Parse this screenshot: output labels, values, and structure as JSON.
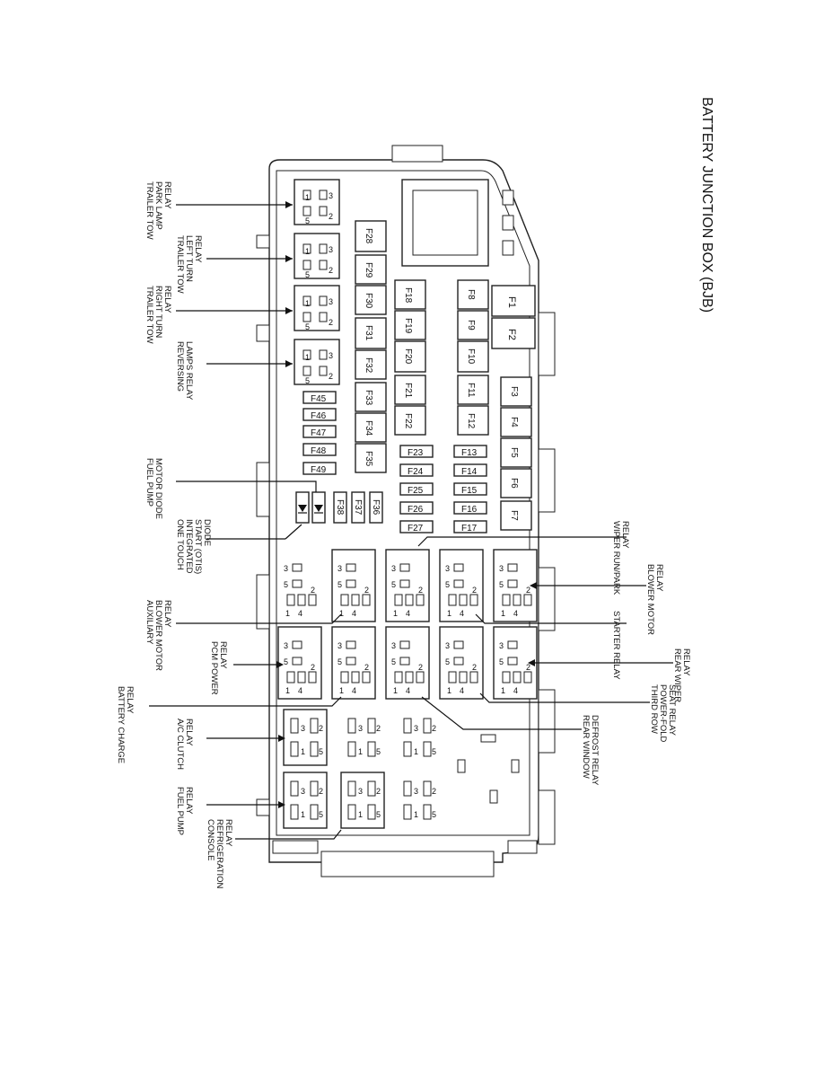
{
  "title": "BATTERY JUNCTION BOX (BJB)",
  "fuses": {
    "big": [
      "F1",
      "F2"
    ],
    "col_right": [
      "F3",
      "F4",
      "F5",
      "F6",
      "F7"
    ],
    "col2_tall": [
      "F8",
      "F9",
      "F10",
      "F11",
      "F12"
    ],
    "col2_mini": [
      "F13",
      "F14",
      "F15",
      "F16",
      "F17"
    ],
    "col3_tall": [
      "F18",
      "F19",
      "F20",
      "F21",
      "F22"
    ],
    "col3_mini": [
      "F23",
      "F24",
      "F25",
      "F26",
      "F27"
    ],
    "col4_tall": [
      "F28",
      "F29",
      "F30",
      "F31",
      "F32",
      "F33",
      "F34",
      "F35"
    ],
    "col4_small": [
      "F36",
      "F37",
      "F38"
    ],
    "col5_mini": [
      "F45",
      "F46",
      "F47",
      "F48",
      "F49"
    ]
  },
  "relays": {
    "trailer_tow_park": "TRAILER TOW PARK LAMP RELAY",
    "trailer_tow_left": "TRAILER TOW LEFT TURN RELAY",
    "trailer_tow_right": "TRAILER TOW RIGHT TURN RELAY",
    "reversing": "REVERSING LAMPS RELAY",
    "fuel_pump_diode": "FUEL PUMP MOTOR DIODE",
    "otis_diode": "ONE TOUCH INTEGRATED START (OTIS) DIODE",
    "wiper_run_park": "WIPER RUN/PARK RELAY",
    "blower_motor": "BLOWER MOTOR RELAY",
    "auxiliary_blower": "AUXILIARY BLOWER MOTOR RELAY",
    "starter": "STARTER RELAY",
    "pcm_power": "PCM POWER RELAY",
    "rear_wiper": "REAR WIPER RELAY",
    "battery_charge": "BATTERY CHARGE RELAY",
    "third_row": "THIRD ROW POWER-FOLD SEAT RELAY",
    "ac_clutch": "A/C CLUTCH RELAY",
    "rear_window": "REAR WINDOW DEFROST RELAY",
    "fuel_pump": "FUEL PUMP RELAY",
    "console_refrig": "CONSOLE REFRIGERATION RELAY"
  },
  "pins": {
    "p1": "1",
    "p2": "2",
    "p3": "3",
    "p4": "4",
    "p5": "5"
  }
}
